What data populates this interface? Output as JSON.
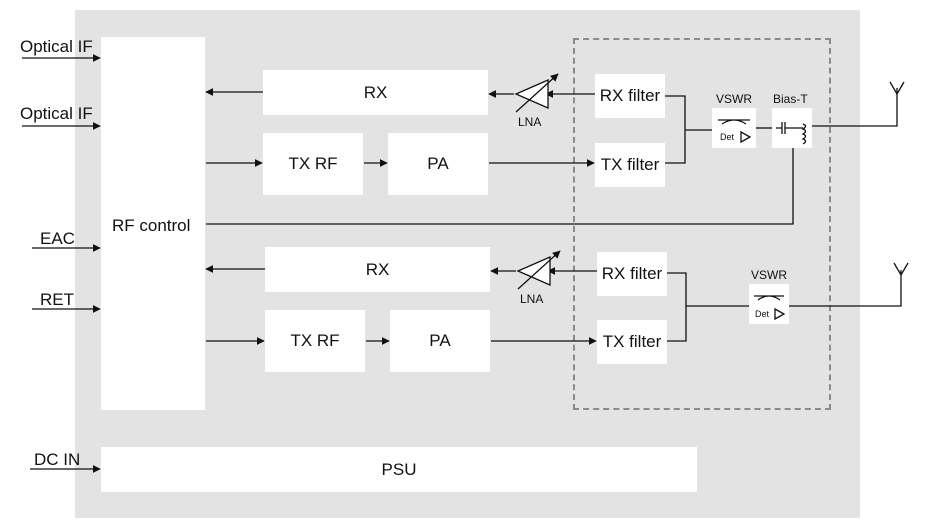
{
  "inputs": {
    "optical_if_1": "Optical IF",
    "optical_if_2": "Optical IF",
    "eac": "EAC",
    "ret": "RET",
    "dc_in": "DC IN"
  },
  "rf_control": {
    "label": "RF control"
  },
  "psu": {
    "label": "PSU"
  },
  "path1": {
    "rx": "RX",
    "tx_rf": "TX RF",
    "pa": "PA",
    "lna": "LNA",
    "rx_filter": "RX filter",
    "tx_filter": "TX filter",
    "vswr": "VSWR",
    "det": "Det",
    "bias_t": "Bias-T"
  },
  "path2": {
    "rx": "RX",
    "tx_rf": "TX RF",
    "pa": "PA",
    "lna": "LNA",
    "rx_filter": "RX filter",
    "tx_filter": "TX filter",
    "vswr": "VSWR",
    "det": "Det"
  }
}
